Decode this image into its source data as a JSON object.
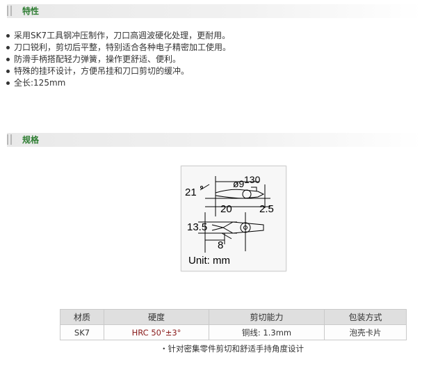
{
  "features_section": {
    "title": "特性"
  },
  "features": [
    "采用SK7工具钢冲压制作，刀口高週波硬化处理，更耐用。",
    "刀口锐利，剪切后平整，特别适合各种电子精密加工使用。",
    "防滑手柄搭配轻力弹簧，操作更舒适、便利。",
    "特殊的挂环设计，方便吊挂和刀口剪切的缓冲。",
    "全长:125mm"
  ],
  "spec_section": {
    "title": "规格"
  },
  "diagram": {
    "labels": {
      "d130": "130",
      "d9": "ø9",
      "d21": "21",
      "d20": "20",
      "d25": "2.5",
      "d135": "13.5",
      "d8": "8",
      "unit": "Unit: mm"
    }
  },
  "spec_table": {
    "headers": [
      "材质",
      "硬度",
      "剪切能力",
      "包装方式"
    ],
    "row": [
      {
        "text": "SK7",
        "color": "#333333"
      },
      {
        "text": "HRC 50°±3°",
        "color": "#8a1c1c"
      },
      {
        "text": "铜线: 1.3mm",
        "color": "#333333"
      },
      {
        "text": "泡壳卡片",
        "color": "#333333"
      }
    ]
  },
  "caption": "・针对密集零件剪切和舒适手持角度设计",
  "colors": {
    "section_title": "#2e7d32",
    "table_border": "#c9c9c9",
    "table_header_bg": "#dfdfdf"
  }
}
